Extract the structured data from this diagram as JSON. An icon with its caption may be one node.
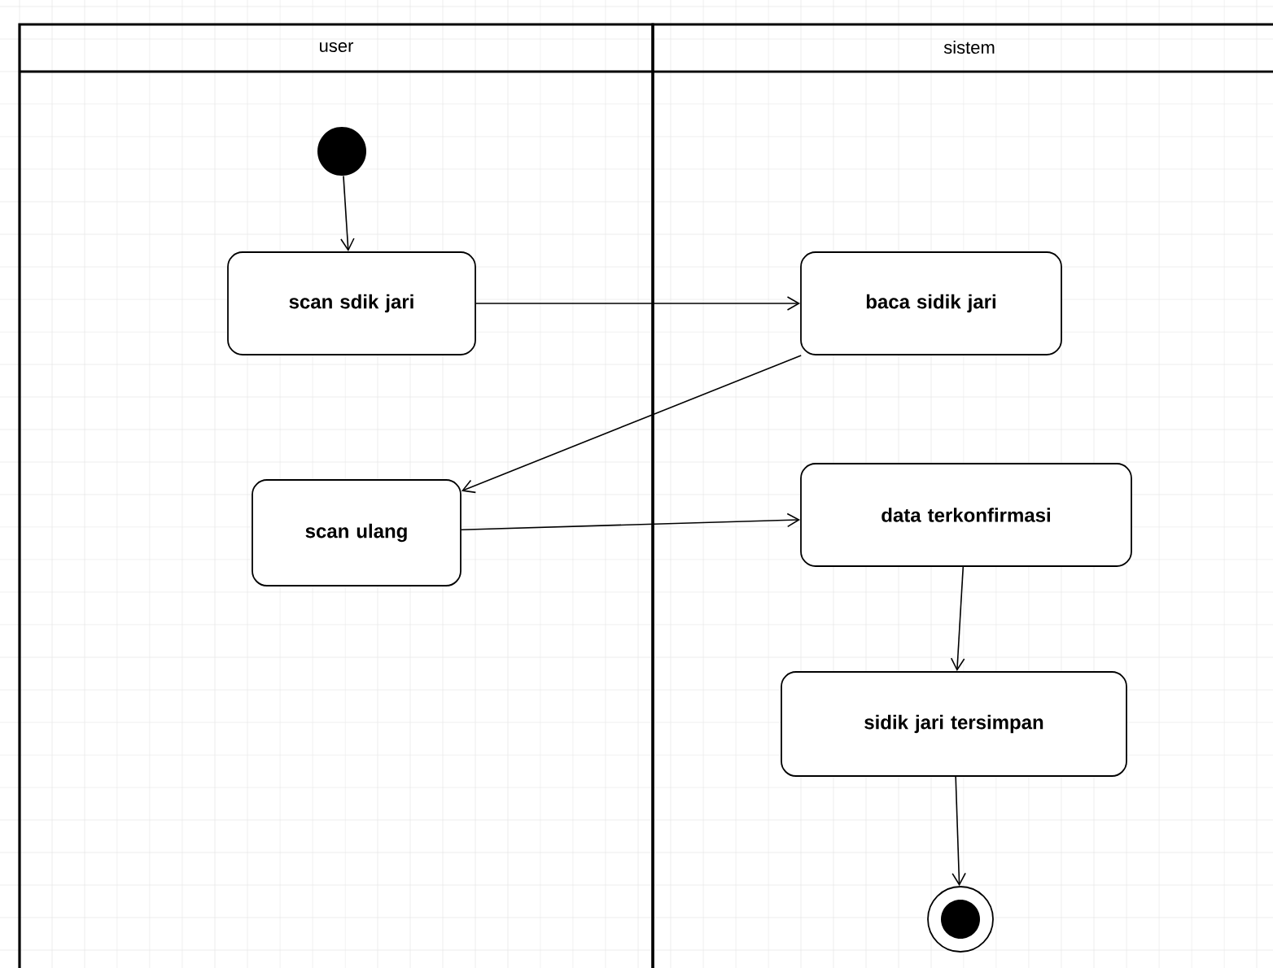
{
  "diagram": {
    "nodes": [
      {
        "text": [
          "user"
        ]
      },
      {
        "text": [
          "sistem"
        ]
      },
      {
        "text": [],
        "shape": "circle",
        "in": 0
      },
      {
        "text": [
          "scan sdik jari"
        ],
        "in": 0
      },
      {
        "text": [
          "baca sidik jari"
        ],
        "in": 1
      },
      {
        "text": [
          "scan ulang"
        ],
        "in": 0
      },
      {
        "text": [
          "data terkonfirmasi"
        ],
        "in": 1
      },
      {
        "text": [
          "sidik jari tersimpan"
        ],
        "in": 1
      },
      {
        "text": [],
        "shape": "bullseye",
        "in": 1
      }
    ],
    "edges": [
      {
        "from": 2,
        "to": 3,
        "arrow": "to"
      },
      {
        "from": 3,
        "to": 4,
        "arrow": "to"
      },
      {
        "from": 4,
        "to": 5,
        "arrow": "to"
      },
      {
        "from": 5,
        "to": 6,
        "arrow": "to"
      },
      {
        "from": 6,
        "to": 7,
        "arrow": "to"
      },
      {
        "from": 7,
        "to": 8,
        "arrow": "to"
      }
    ]
  }
}
